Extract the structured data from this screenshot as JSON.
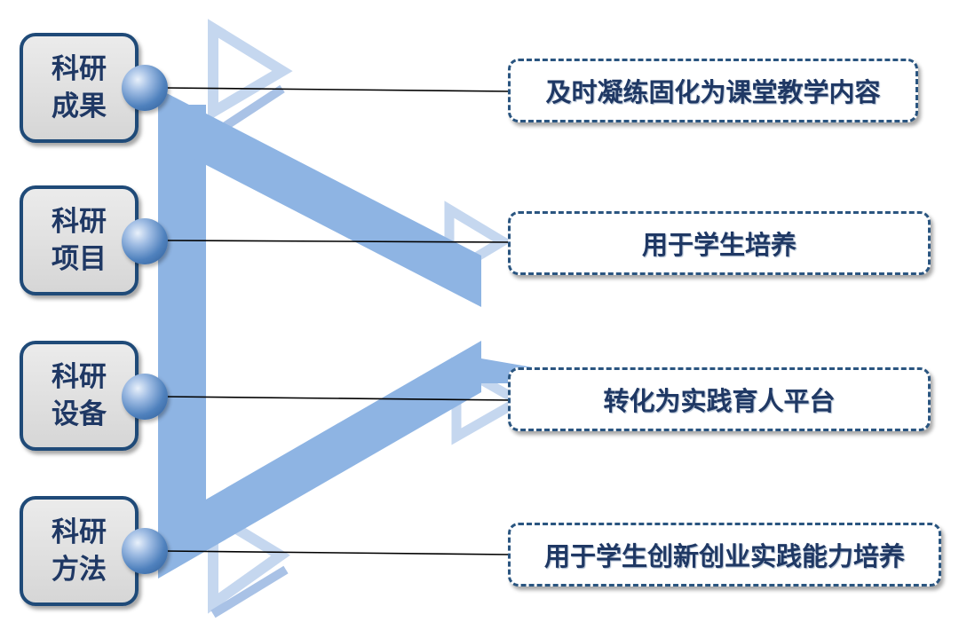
{
  "sources": [
    {
      "line1": "科研",
      "line2": "成果"
    },
    {
      "line1": "科研",
      "line2": "项目"
    },
    {
      "line1": "科研",
      "line2": "设备"
    },
    {
      "line1": "科研",
      "line2": "方法"
    }
  ],
  "targets": [
    "及时凝练固化为课堂教学内容",
    "用于学生培养",
    "转化为实践育人平台",
    "用于学生创新创业实践能力培养"
  ],
  "colors": {
    "band": "#8eb4e3",
    "band_accent": "#5b8ad0",
    "triangle_light": "#c5d7ef",
    "box_border": "#1f4a78",
    "box_fill": "#e0e0e0",
    "text": "#1f3864",
    "connector": "#000000"
  }
}
